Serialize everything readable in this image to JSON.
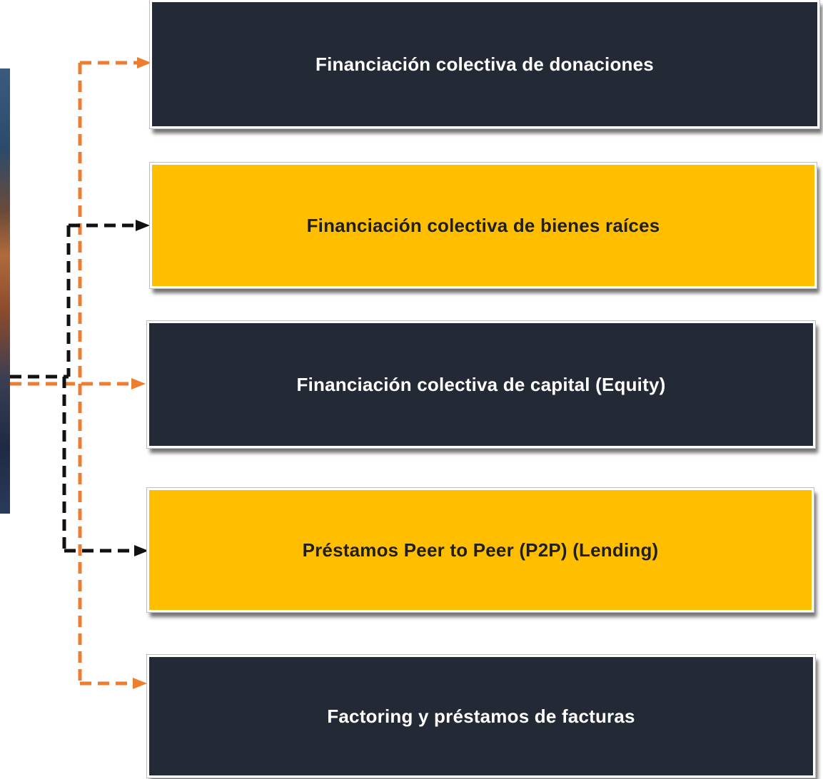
{
  "boxes": [
    {
      "label": "Financiación colectiva de donaciones",
      "style": "dark"
    },
    {
      "label": "Financiación colectiva de bienes raíces",
      "style": "gold"
    },
    {
      "label": "Financiación colectiva de capital (Equity)",
      "style": "dark"
    },
    {
      "label": "Préstamos Peer to Peer (P2P) (Lending)",
      "style": "gold"
    },
    {
      "label": "Factoring y préstamos de facturas",
      "style": "dark"
    }
  ],
  "colors": {
    "dark_box": "#232a36",
    "gold_box": "#ffbf00",
    "orange_connector": "#ed7d31",
    "black_connector": "#111111"
  },
  "connectors": [
    {
      "color": "orange",
      "targets": [
        "Financiación colectiva de donaciones",
        "Financiación colectiva de capital (Equity)",
        "Factoring y préstamos de facturas"
      ]
    },
    {
      "color": "black",
      "targets": [
        "Financiación colectiva de bienes raíces",
        "Préstamos Peer to Peer (P2P) (Lending)"
      ]
    }
  ]
}
